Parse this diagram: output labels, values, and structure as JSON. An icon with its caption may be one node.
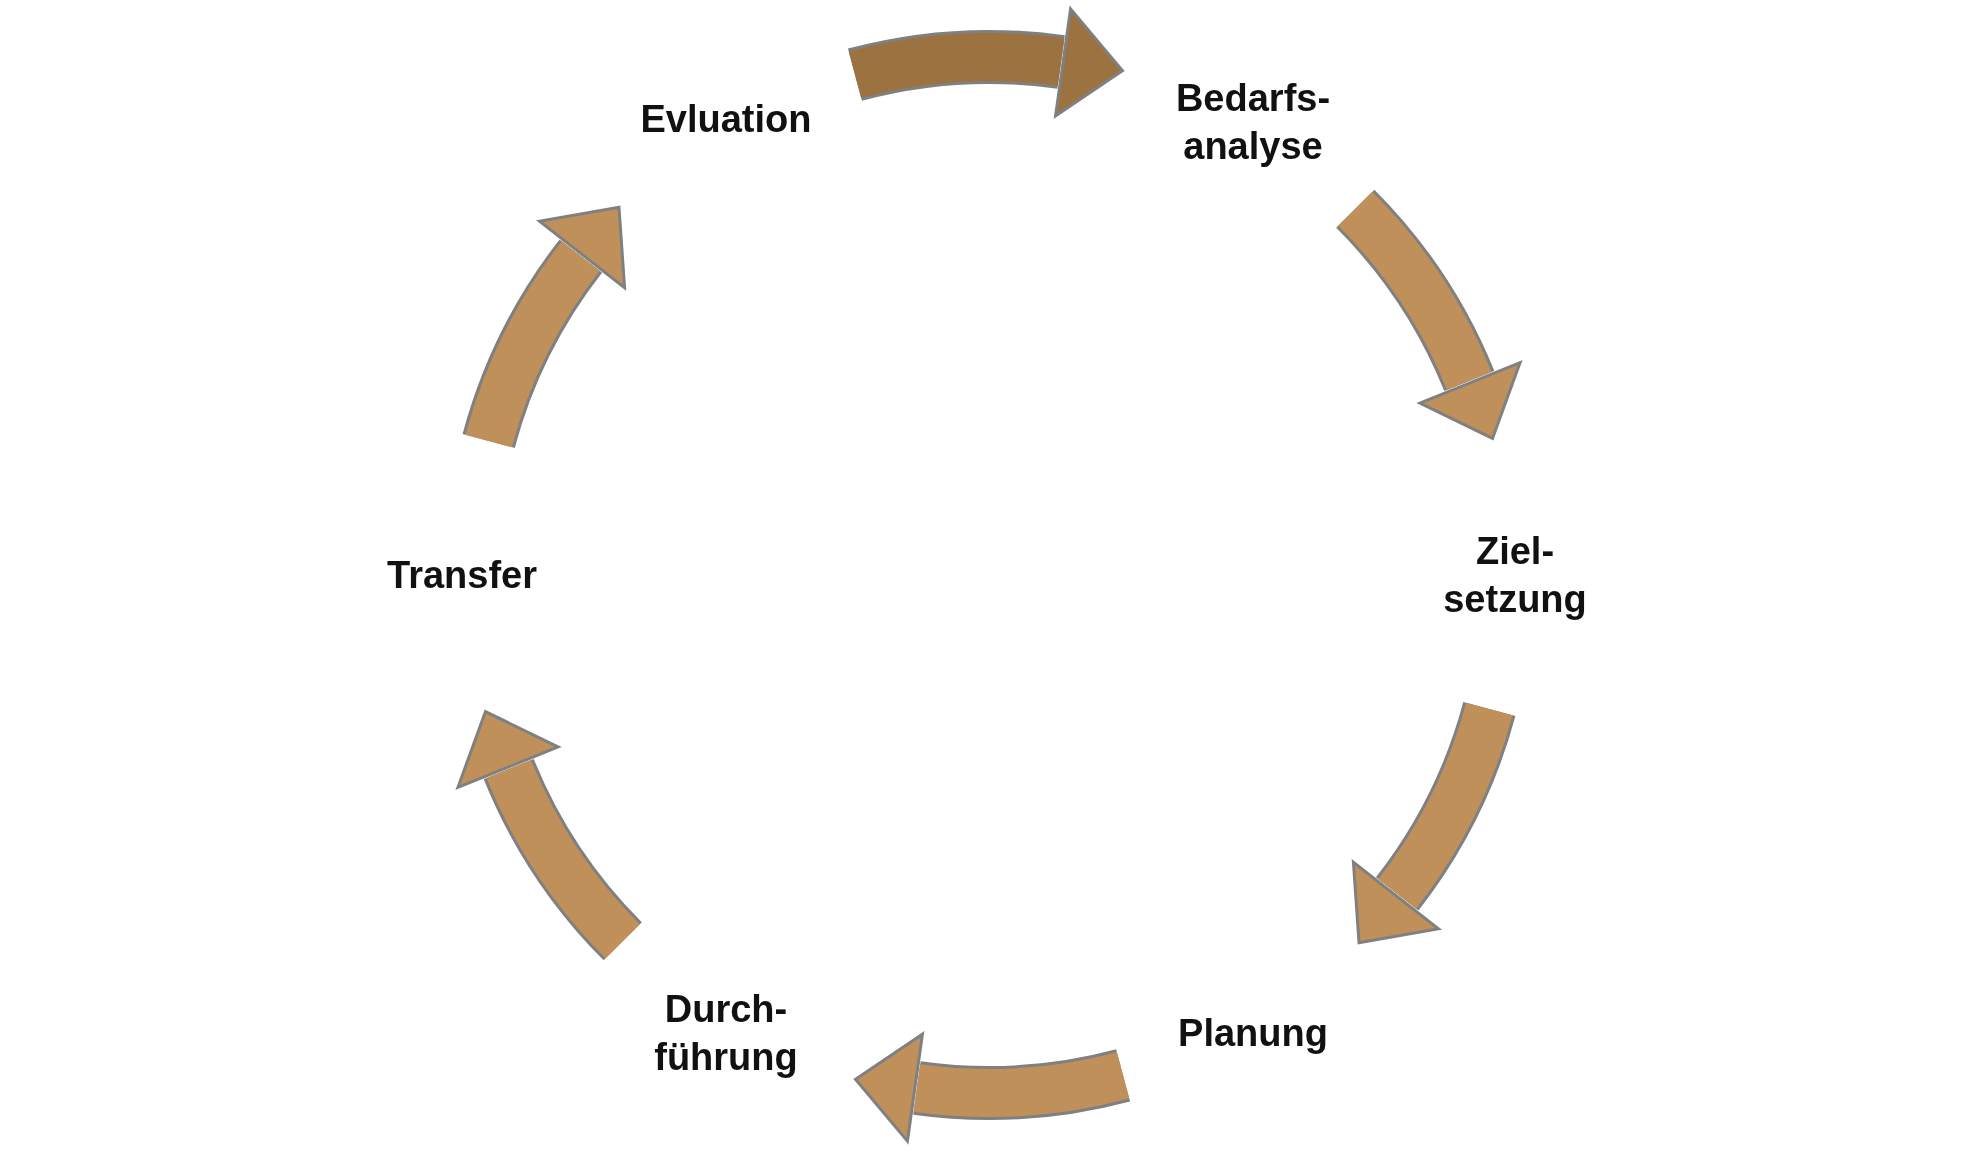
{
  "diagram": {
    "nodes": [
      {
        "text": [
          "Evluation"
        ]
      },
      {
        "text": [
          "Bedarfs- analyse"
        ]
      },
      {
        "text": [
          "Ziel- setzung"
        ]
      },
      {
        "text": [
          "Planung"
        ]
      },
      {
        "text": [
          "Durch- führung"
        ]
      },
      {
        "text": [
          "Transfer"
        ]
      }
    ],
    "edges": [
      {
        "from": 0,
        "to": 1,
        "arrow": "to",
        "color": "#9c7240"
      },
      {
        "from": 1,
        "to": 2,
        "arrow": "to"
      },
      {
        "from": 2,
        "to": 3,
        "arrow": "to"
      },
      {
        "from": 3,
        "to": 4,
        "arrow": "to"
      },
      {
        "from": 4,
        "to": 5,
        "arrow": "to"
      },
      {
        "from": 5,
        "to": 0,
        "arrow": "to"
      }
    ]
  }
}
